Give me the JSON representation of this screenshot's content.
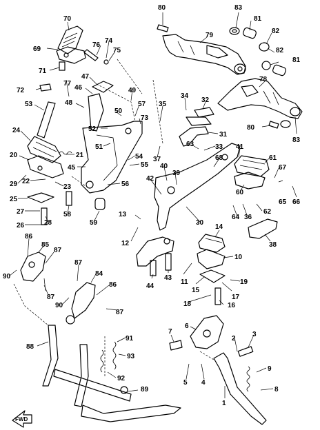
{
  "diagram": {
    "fwd_label": "FWD",
    "callouts": [
      {
        "id": "c80a",
        "text": "80"
      },
      {
        "id": "c83a",
        "text": "83"
      },
      {
        "id": "c81a",
        "text": "81"
      },
      {
        "id": "c79",
        "text": "79"
      },
      {
        "id": "c82a",
        "text": "82"
      },
      {
        "id": "c82b",
        "text": "82"
      },
      {
        "id": "c81b",
        "text": "81"
      },
      {
        "id": "c78",
        "text": "78"
      },
      {
        "id": "c80b",
        "text": "80"
      },
      {
        "id": "c83b",
        "text": "83"
      },
      {
        "id": "c70",
        "text": "70"
      },
      {
        "id": "c69",
        "text": "69"
      },
      {
        "id": "c76",
        "text": "76"
      },
      {
        "id": "c74",
        "text": "74"
      },
      {
        "id": "c75",
        "text": "75"
      },
      {
        "id": "c71",
        "text": "71"
      },
      {
        "id": "c72",
        "text": "72"
      },
      {
        "id": "c77",
        "text": "77"
      },
      {
        "id": "c47",
        "text": "47"
      },
      {
        "id": "c46",
        "text": "46"
      },
      {
        "id": "c49",
        "text": "49"
      },
      {
        "id": "c48",
        "text": "48"
      },
      {
        "id": "c50",
        "text": "50"
      },
      {
        "id": "c57",
        "text": "57"
      },
      {
        "id": "c53",
        "text": "53"
      },
      {
        "id": "c73",
        "text": "73"
      },
      {
        "id": "c52",
        "text": "52"
      },
      {
        "id": "c51",
        "text": "51"
      },
      {
        "id": "c24",
        "text": "24"
      },
      {
        "id": "c21",
        "text": "21"
      },
      {
        "id": "c20",
        "text": "20"
      },
      {
        "id": "c54",
        "text": "54"
      },
      {
        "id": "c55",
        "text": "55"
      },
      {
        "id": "c45",
        "text": "45"
      },
      {
        "id": "c29",
        "text": "29"
      },
      {
        "id": "c22",
        "text": "22"
      },
      {
        "id": "c23",
        "text": "23"
      },
      {
        "id": "c56",
        "text": "56"
      },
      {
        "id": "c25",
        "text": "25"
      },
      {
        "id": "c58",
        "text": "58"
      },
      {
        "id": "c28",
        "text": "28"
      },
      {
        "id": "c27",
        "text": "27"
      },
      {
        "id": "c26",
        "text": "26"
      },
      {
        "id": "c59",
        "text": "59"
      },
      {
        "id": "c34",
        "text": "34"
      },
      {
        "id": "c32",
        "text": "32"
      },
      {
        "id": "c35",
        "text": "35"
      },
      {
        "id": "c31",
        "text": "31"
      },
      {
        "id": "c63",
        "text": "63"
      },
      {
        "id": "c33",
        "text": "33"
      },
      {
        "id": "c41",
        "text": "41"
      },
      {
        "id": "c37",
        "text": "37"
      },
      {
        "id": "c40",
        "text": "40"
      },
      {
        "id": "c39",
        "text": "39"
      },
      {
        "id": "c68",
        "text": "68"
      },
      {
        "id": "c61",
        "text": "61"
      },
      {
        "id": "c67",
        "text": "67"
      },
      {
        "id": "c42",
        "text": "42"
      },
      {
        "id": "c60",
        "text": "60"
      },
      {
        "id": "c65",
        "text": "65"
      },
      {
        "id": "c66",
        "text": "66"
      },
      {
        "id": "c62",
        "text": "62"
      },
      {
        "id": "c64",
        "text": "64"
      },
      {
        "id": "c36",
        "text": "36"
      },
      {
        "id": "c30",
        "text": "30"
      },
      {
        "id": "c13",
        "text": "13"
      },
      {
        "id": "c12",
        "text": "12"
      },
      {
        "id": "c14",
        "text": "14"
      },
      {
        "id": "c38",
        "text": "38"
      },
      {
        "id": "c10",
        "text": "10"
      },
      {
        "id": "c86a",
        "text": "86"
      },
      {
        "id": "c85",
        "text": "85"
      },
      {
        "id": "c87a",
        "text": "87"
      },
      {
        "id": "c90a",
        "text": "90"
      },
      {
        "id": "c87b",
        "text": "87"
      },
      {
        "id": "c87c",
        "text": "87"
      },
      {
        "id": "c84",
        "text": "84"
      },
      {
        "id": "c86b",
        "text": "86"
      },
      {
        "id": "c90b",
        "text": "90"
      },
      {
        "id": "c87d",
        "text": "87"
      },
      {
        "id": "c44",
        "text": "44"
      },
      {
        "id": "c43",
        "text": "43"
      },
      {
        "id": "c11",
        "text": "11"
      },
      {
        "id": "c15",
        "text": "15"
      },
      {
        "id": "c17",
        "text": "17"
      },
      {
        "id": "c19",
        "text": "19"
      },
      {
        "id": "c18",
        "text": "18"
      },
      {
        "id": "c16",
        "text": "16"
      },
      {
        "id": "c88",
        "text": "88"
      },
      {
        "id": "c91",
        "text": "91"
      },
      {
        "id": "c93",
        "text": "93"
      },
      {
        "id": "c92",
        "text": "92"
      },
      {
        "id": "c89",
        "text": "89"
      },
      {
        "id": "c7",
        "text": "7"
      },
      {
        "id": "c6",
        "text": "6"
      },
      {
        "id": "c2",
        "text": "2"
      },
      {
        "id": "c3",
        "text": "3"
      },
      {
        "id": "c5",
        "text": "5"
      },
      {
        "id": "c4",
        "text": "4"
      },
      {
        "id": "c9",
        "text": "9"
      },
      {
        "id": "c8",
        "text": "8"
      },
      {
        "id": "c1",
        "text": "1"
      }
    ]
  }
}
